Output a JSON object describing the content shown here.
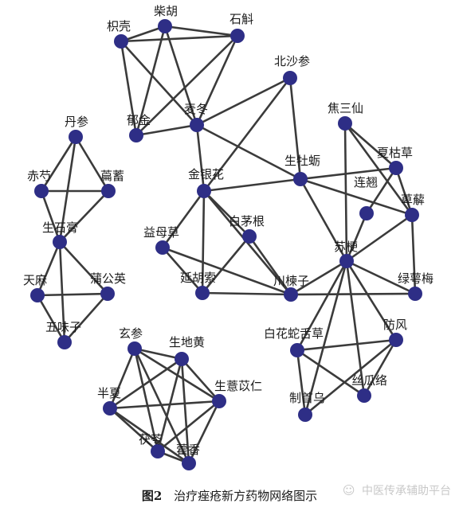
{
  "nodes": [
    {
      "id": "zhike",
      "label": "枳壳"
    },
    {
      "id": "chaihu",
      "label": "柴胡"
    },
    {
      "id": "shihu",
      "label": "石斛"
    },
    {
      "id": "beishashen",
      "label": "北沙参"
    },
    {
      "id": "yujin",
      "label": "郁金"
    },
    {
      "id": "maidong",
      "label": "麦冬"
    },
    {
      "id": "jiaosanxian",
      "label": "焦三仙"
    },
    {
      "id": "danshen",
      "label": "丹参"
    },
    {
      "id": "xiakucao",
      "label": "夏枯草"
    },
    {
      "id": "shengmuli",
      "label": "生牡蛎"
    },
    {
      "id": "lianqiao",
      "label": "连翘"
    },
    {
      "id": "chishao",
      "label": "赤芍"
    },
    {
      "id": "bianxu",
      "label": "萹蓄"
    },
    {
      "id": "jinyinhua",
      "label": "金银花"
    },
    {
      "id": "bixie",
      "label": "萆薢"
    },
    {
      "id": "shengshigao",
      "label": "生石膏"
    },
    {
      "id": "baimaogen",
      "label": "白茅根"
    },
    {
      "id": "yimucao",
      "label": "益母草"
    },
    {
      "id": "sugeng",
      "label": "苏梗"
    },
    {
      "id": "tianma",
      "label": "天麻"
    },
    {
      "id": "pugongying",
      "label": "蒲公英"
    },
    {
      "id": "chuanlianzi",
      "label": "川楝子"
    },
    {
      "id": "lvemei",
      "label": "绿萼梅"
    },
    {
      "id": "yanhusuo",
      "label": "延胡索"
    },
    {
      "id": "wuweizi",
      "label": "五味子"
    },
    {
      "id": "xuanshen",
      "label": "玄参"
    },
    {
      "id": "baihuasheshecao",
      "label": "白花蛇舌草"
    },
    {
      "id": "fangfeng",
      "label": "防风"
    },
    {
      "id": "shengdihuang",
      "label": "生地黄"
    },
    {
      "id": "sigualuo",
      "label": "丝瓜络"
    },
    {
      "id": "banxia",
      "label": "半夏"
    },
    {
      "id": "shengyiyiren",
      "label": "生薏苡仁"
    },
    {
      "id": "zhishouwu",
      "label": "制首乌"
    },
    {
      "id": "fuling",
      "label": "茯苓"
    },
    {
      "id": "huoxiang",
      "label": "藿香"
    }
  ],
  "edges": [
    [
      "zhike",
      "chaihu"
    ],
    [
      "zhike",
      "shihu"
    ],
    [
      "chaihu",
      "shihu"
    ],
    [
      "zhike",
      "yujin"
    ],
    [
      "zhike",
      "maidong"
    ],
    [
      "chaihu",
      "yujin"
    ],
    [
      "chaihu",
      "maidong"
    ],
    [
      "shihu",
      "yujin"
    ],
    [
      "shihu",
      "maidong"
    ],
    [
      "yujin",
      "maidong"
    ],
    [
      "beishashen",
      "maidong"
    ],
    [
      "beishashen",
      "jinyinhua"
    ],
    [
      "beishashen",
      "shengmuli"
    ],
    [
      "maidong",
      "shengmuli"
    ],
    [
      "maidong",
      "jinyinhua"
    ],
    [
      "jinyinhua",
      "shengmuli"
    ],
    [
      "jinyinhua",
      "baimaogen"
    ],
    [
      "jinyinhua",
      "yimucao"
    ],
    [
      "jinyinhua",
      "yanhusuo"
    ],
    [
      "jinyinhua",
      "chuanlianzi"
    ],
    [
      "shengmuli",
      "xiakucao"
    ],
    [
      "shengmuli",
      "bixie"
    ],
    [
      "shengmuli",
      "sugeng"
    ],
    [
      "jiaosanxian",
      "xiakucao"
    ],
    [
      "jiaosanxian",
      "bixie"
    ],
    [
      "jiaosanxian",
      "sugeng"
    ],
    [
      "xiakucao",
      "lianqiao"
    ],
    [
      "xiakucao",
      "bixie"
    ],
    [
      "lianqiao",
      "sugeng"
    ],
    [
      "bixie",
      "sugeng"
    ],
    [
      "sugeng",
      "lvemei"
    ],
    [
      "bixie",
      "lvemei"
    ],
    [
      "sugeng",
      "chuanlianzi"
    ],
    [
      "baimaogen",
      "chuanlianzi"
    ],
    [
      "baimaogen",
      "yanhusuo"
    ],
    [
      "yimucao",
      "chuanlianzi"
    ],
    [
      "yimucao",
      "yanhusuo"
    ],
    [
      "yanhusuo",
      "chuanlianzi"
    ],
    [
      "chuanlianzi",
      "lvemei"
    ],
    [
      "sugeng",
      "baihuasheshecao"
    ],
    [
      "sugeng",
      "fangfeng"
    ],
    [
      "sugeng",
      "sigualuo"
    ],
    [
      "sugeng",
      "zhishouwu"
    ],
    [
      "baihuasheshecao",
      "fangfeng"
    ],
    [
      "baihuasheshecao",
      "sigualuo"
    ],
    [
      "baihuasheshecao",
      "zhishouwu"
    ],
    [
      "fangfeng",
      "sigualuo"
    ],
    [
      "fangfeng",
      "zhishouwu"
    ],
    [
      "danshen",
      "chishao"
    ],
    [
      "danshen",
      "bianxu"
    ],
    [
      "danshen",
      "shengshigao"
    ],
    [
      "chishao",
      "bianxu"
    ],
    [
      "chishao",
      "shengshigao"
    ],
    [
      "bianxu",
      "shengshigao"
    ],
    [
      "shengshigao",
      "tianma"
    ],
    [
      "shengshigao",
      "pugongying"
    ],
    [
      "shengshigao",
      "wuweizi"
    ],
    [
      "tianma",
      "pugongying"
    ],
    [
      "tianma",
      "wuweizi"
    ],
    [
      "pugongying",
      "wuweizi"
    ],
    [
      "xuanshen",
      "shengdihuang"
    ],
    [
      "xuanshen",
      "banxia"
    ],
    [
      "xuanshen",
      "shengyiyiren"
    ],
    [
      "xuanshen",
      "fuling"
    ],
    [
      "xuanshen",
      "huoxiang"
    ],
    [
      "shengdihuang",
      "banxia"
    ],
    [
      "shengdihuang",
      "shengyiyiren"
    ],
    [
      "shengdihuang",
      "fuling"
    ],
    [
      "shengdihuang",
      "huoxiang"
    ],
    [
      "banxia",
      "shengyiyiren"
    ],
    [
      "banxia",
      "fuling"
    ],
    [
      "banxia",
      "huoxiang"
    ],
    [
      "shengyiyiren",
      "fuling"
    ],
    [
      "shengyiyiren",
      "huoxiang"
    ],
    [
      "fuling",
      "huoxiang"
    ]
  ],
  "caption": {
    "figure": "图2",
    "title": "治疗痤疮新方药物网络图示"
  },
  "watermark": "中医传承辅助平台",
  "colors": {
    "node": "#2e2e86",
    "edge": "#3b3b3b"
  }
}
